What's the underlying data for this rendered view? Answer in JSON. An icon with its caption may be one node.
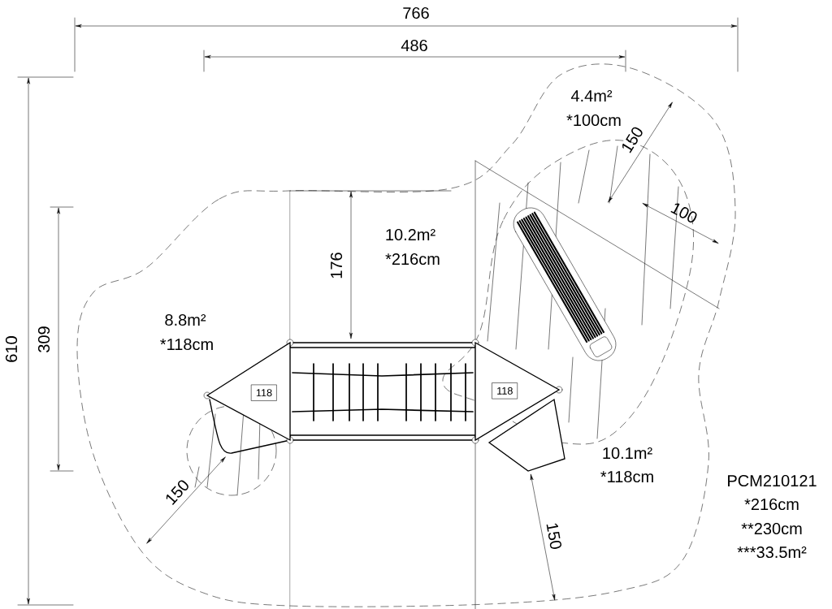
{
  "diagram": {
    "nodes": [
      {
        "text": [],
        "shape": "triangle"
      },
      {
        "text": [
          "118"
        ],
        "in": 0
      },
      {
        "text": [],
        "shape": "triangle"
      },
      {
        "text": [
          "118"
        ],
        "in": 2
      }
    ],
    "labels": [
      "766",
      "486",
      "610",
      "309",
      "4.4m²",
      "*100cm",
      "150",
      "100",
      "10.2m²",
      "*216cm",
      "176",
      "8.8m²",
      "*118cm",
      "10.1m²",
      "*118cm",
      "150",
      "150",
      "PCM210121",
      "*216cm",
      "**230cm",
      "***33.5m²"
    ]
  }
}
